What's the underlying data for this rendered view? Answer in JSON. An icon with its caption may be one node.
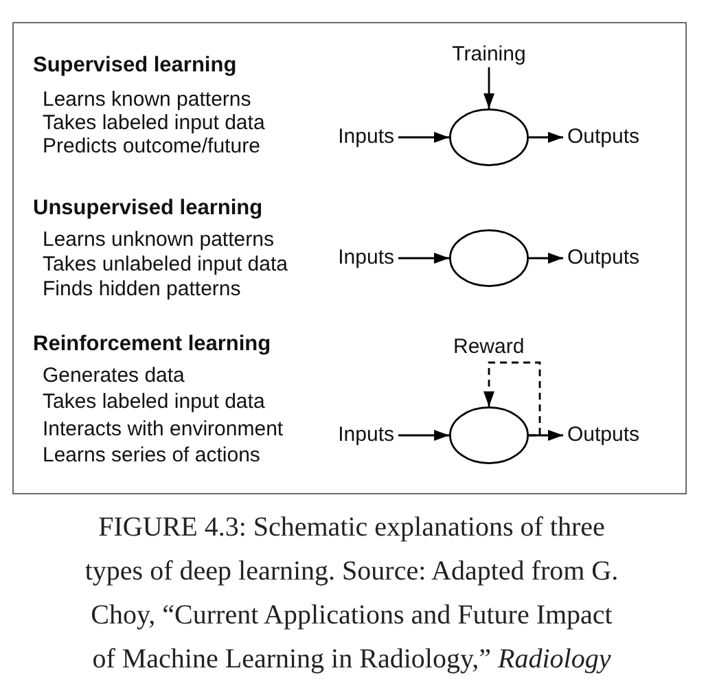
{
  "diagram": {
    "caption": "FIGURE 4.3: Schematic explanations of three types of deep learning. Source: Adapted from G. Choy, “Current Applications and Future Impact of Machine Learning in Radiology,” *Radiology*",
    "nodes": [
      {
        "text": [
          "Supervised learning",
          "Learns known patterns",
          "Takes labeled input data",
          "Predicts outcome/future",
          "Unsupervised learning",
          "Learns unknown patterns",
          "Takes unlabeled input data",
          "Finds hidden patterns",
          "Reinforcement learning",
          "Generates data",
          "Takes labeled input data",
          "Interacts with environment",
          "Learns series of actions"
        ]
      },
      {
        "text": [
          "Training"
        ],
        "in": 0
      },
      {
        "text": [
          "Inputs"
        ],
        "in": 0
      },
      {
        "text": [],
        "shape": "circle",
        "in": 0
      },
      {
        "text": [
          "Outputs"
        ],
        "in": 0
      },
      {
        "text": [
          "Inputs"
        ],
        "in": 0
      },
      {
        "text": [],
        "shape": "circle",
        "in": 0
      },
      {
        "text": [
          "Outputs"
        ],
        "in": 0
      },
      {
        "text": [
          "Inputs"
        ],
        "in": 0
      },
      {
        "text": [],
        "shape": "circle",
        "in": 0
      },
      {
        "text": [
          "Outputs"
        ],
        "in": 0
      }
    ],
    "edges": [
      {
        "from": 1,
        "to": 3,
        "arrow": "to"
      },
      {
        "from": 2,
        "to": 3,
        "arrow": "to"
      },
      {
        "from": 3,
        "to": 4,
        "arrow": "to"
      },
      {
        "from": 5,
        "to": 6,
        "arrow": "to"
      },
      {
        "from": 6,
        "to": 7,
        "arrow": "to"
      },
      {
        "from": 8,
        "to": 9,
        "arrow": "to"
      },
      {
        "from": 9,
        "to": 10,
        "arrow": "to"
      },
      {
        "from": 9,
        "to": 9,
        "arrow": "to",
        "style": "dashed",
        "label": "Reward"
      }
    ]
  }
}
